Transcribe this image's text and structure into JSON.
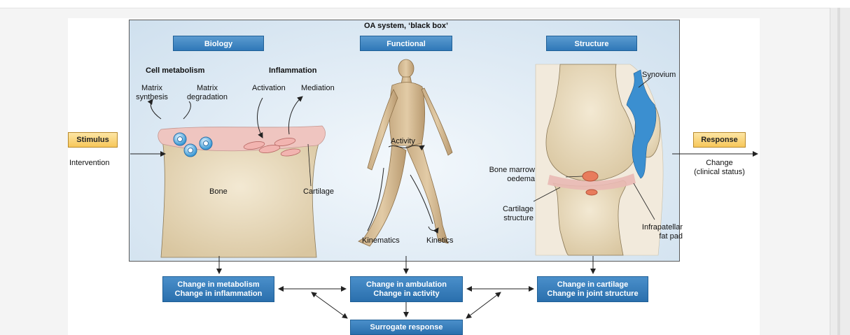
{
  "title": "OA system, ‘black box’",
  "sections": {
    "biology": "Biology",
    "functional": "Functional",
    "structure": "Structure"
  },
  "biology": {
    "cell_metabolism": "Cell metabolism",
    "matrix_synthesis_1": "Matrix",
    "matrix_synthesis_2": "synthesis",
    "matrix_degradation_1": "Matrix",
    "matrix_degradation_2": "degradation",
    "inflammation": "Inflammation",
    "activation": "Activation",
    "mediation": "Mediation",
    "bone": "Bone",
    "cartilage": "Cartilage"
  },
  "functional": {
    "activity": "Activity",
    "kinematics": "Kinematics",
    "kinetics": "Kinetics"
  },
  "structure": {
    "synovium": "Synovium",
    "bone_marrow_1": "Bone marrow",
    "bone_marrow_2": "oedema",
    "cartilage_structure_1": "Cartilage",
    "cartilage_structure_2": "structure",
    "fat_pad_1": "Infrapatellar",
    "fat_pad_2": "fat pad"
  },
  "stimulus": {
    "label": "Stimulus",
    "sub": "Intervention"
  },
  "response": {
    "label": "Response",
    "sub_1": "Change",
    "sub_2": "(clinical status)"
  },
  "outcomes": {
    "left_1": "Change in metabolism",
    "left_2": "Change in inflammation",
    "mid_1": "Change in ambulation",
    "mid_2": "Change in activity",
    "right_1": "Change in cartilage",
    "right_2": "Change in joint structure",
    "surrogate": "Surrogate response"
  },
  "colors": {
    "header_blue": "#3a84c4",
    "stimulus_yellow": "#f9d27a",
    "bone": "#e9dcc0",
    "cartilage": "#efc2bd",
    "synovium": "#3b8fd0",
    "oedema": "#e87c5c"
  }
}
